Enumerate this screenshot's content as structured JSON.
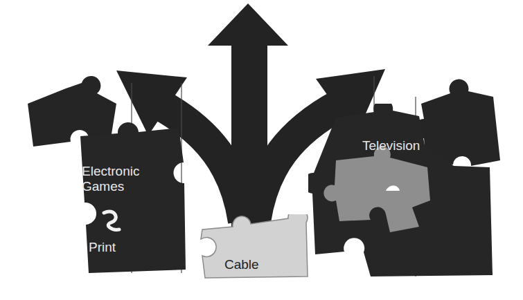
{
  "diagram": {
    "nodes": [
      {
        "text": [
          "Electronic Games",
          "Print"
        ]
      },
      {
        "text": [
          "Television"
        ]
      },
      {
        "text": [
          "Cable"
        ]
      }
    ]
  }
}
